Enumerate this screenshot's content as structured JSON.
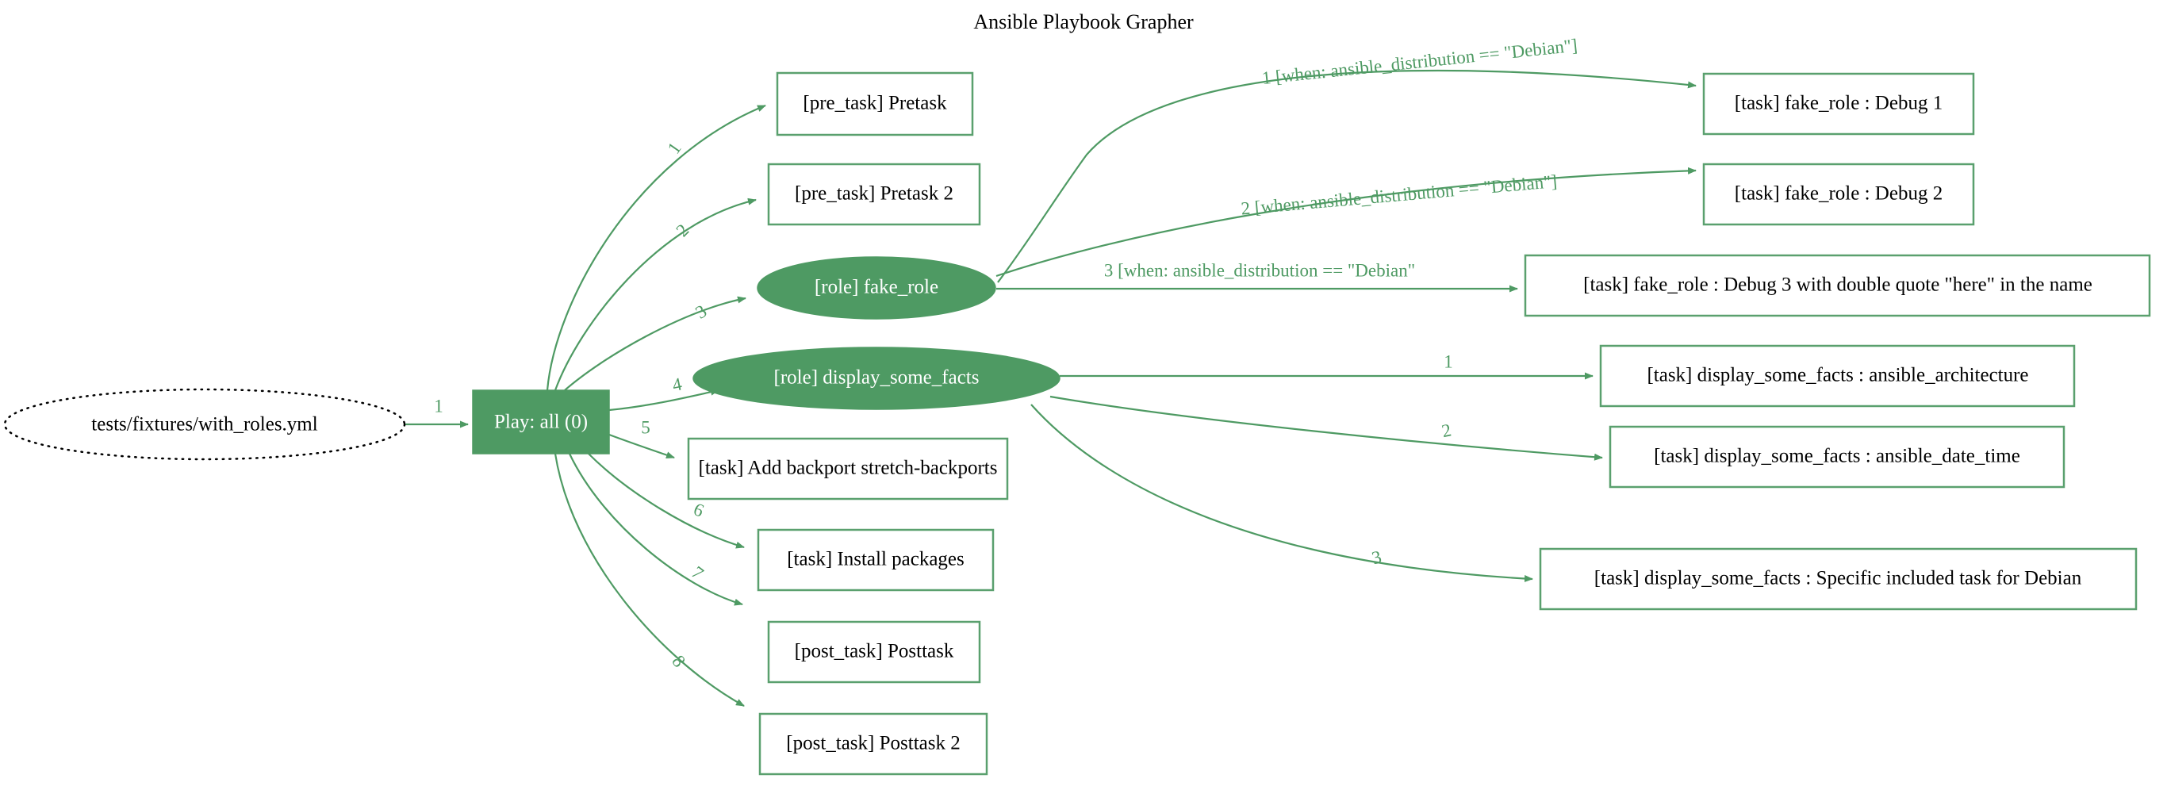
{
  "title": "Ansible Playbook Grapher",
  "colors": {
    "accent_green": "#4e9a63",
    "node_border_green": "#5aa06e",
    "text_black": "#000000",
    "background": "#ffffff"
  },
  "nodes": {
    "playbook": {
      "label": "tests/fixtures/with_roles.yml",
      "shape": "dotted-ellipse"
    },
    "play": {
      "label": "Play: all (0)",
      "shape": "filled-box"
    },
    "pretask_1": {
      "label": "[pre_task] Pretask",
      "shape": "box"
    },
    "pretask_2": {
      "label": "[pre_task] Pretask 2",
      "shape": "box"
    },
    "role_fake_role": {
      "label": "[role] fake_role",
      "shape": "filled-ellipse"
    },
    "role_display_some_facts": {
      "label": "[role] display_some_facts",
      "shape": "filled-ellipse"
    },
    "task_add_backport": {
      "label": "[task] Add backport stretch-backports",
      "shape": "box"
    },
    "task_install_packages": {
      "label": "[task] Install packages",
      "shape": "box"
    },
    "posttask_1": {
      "label": "[post_task] Posttask",
      "shape": "box"
    },
    "posttask_2": {
      "label": "[post_task] Posttask 2",
      "shape": "box"
    },
    "task_fake_debug_1": {
      "label": "[task] fake_role : Debug 1",
      "shape": "box"
    },
    "task_fake_debug_2": {
      "label": "[task] fake_role : Debug 2",
      "shape": "box"
    },
    "task_fake_debug_3": {
      "label": "[task] fake_role : Debug 3 with double quote \"here\" in the name",
      "shape": "box"
    },
    "task_dsf_arch": {
      "label": "[task] display_some_facts : ansible_architecture",
      "shape": "box"
    },
    "task_dsf_date": {
      "label": "[task] display_some_facts : ansible_date_time",
      "shape": "box"
    },
    "task_dsf_specific": {
      "label": "[task] display_some_facts : Specific included task for Debian",
      "shape": "box"
    }
  },
  "edges": {
    "playbook_to_play": "1",
    "play_to_pretask_1": "1",
    "play_to_pretask_2": "2",
    "play_to_role_fake_role": "3",
    "play_to_role_display_some_facts": "4",
    "play_to_add_backport": "5",
    "play_to_install_packages": "6",
    "play_to_posttask_1": "7",
    "play_to_posttask_2": "8",
    "fake_role_to_debug_1": "1 [when: ansible_distribution == \"Debian\"]",
    "fake_role_to_debug_2": "2 [when: ansible_distribution == \"Debian\"]",
    "fake_role_to_debug_3": "3 [when: ansible_distribution == \"Debian\"",
    "dsf_to_arch": "1",
    "dsf_to_date": "2",
    "dsf_to_specific": "3"
  }
}
